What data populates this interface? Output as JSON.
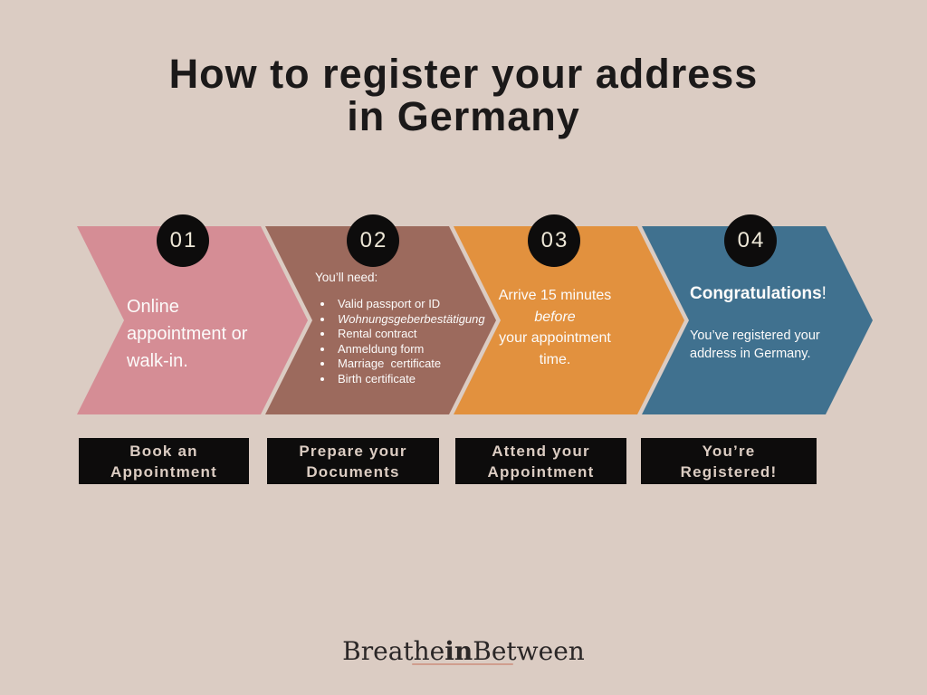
{
  "title": {
    "line1": "How to register your address",
    "line2": "in Germany"
  },
  "colors": {
    "background": "#DBCCC3",
    "step1_arrow": "#D58D95",
    "step2_arrow": "#9C6A5D",
    "step3_arrow": "#E2913E",
    "step4_arrow": "#40718F",
    "circle": "#0D0C0C",
    "circle_number": "#EDE7D7",
    "label_box": "#0D0C0C",
    "label_text": "#DCCDC3",
    "arrow_text": "#FCFBFA",
    "brand_underline": "#C4674D"
  },
  "steps": [
    {
      "number": "01",
      "body": "Online appointment or walk-in.",
      "label_line1": "Book an",
      "label_line2": "Appointment"
    },
    {
      "number": "02",
      "heading": "You’ll need:",
      "items": [
        "Valid passport or ID",
        "Wohnungsgeberbestätigung",
        "Rental contract",
        "Anmeldung form",
        "Marriage  certificate",
        "Birth certificate"
      ],
      "label_line1": "Prepare your",
      "label_line2": "Documents"
    },
    {
      "number": "03",
      "line1": "Arrive 15 minutes",
      "line2": "before",
      "line3": "your appointment",
      "line4": "time.",
      "label_line1": "Attend your",
      "label_line2": "Appointment"
    },
    {
      "number": "04",
      "heading": "Congratulations",
      "heading_suffix": "!",
      "body": "You’ve registered your address in Germany.",
      "label_line1": "You’re",
      "label_line2": "Registered!"
    }
  ],
  "footer": {
    "brand_part1": "Breathe",
    "brand_part2": "in",
    "brand_part3": "Between"
  }
}
